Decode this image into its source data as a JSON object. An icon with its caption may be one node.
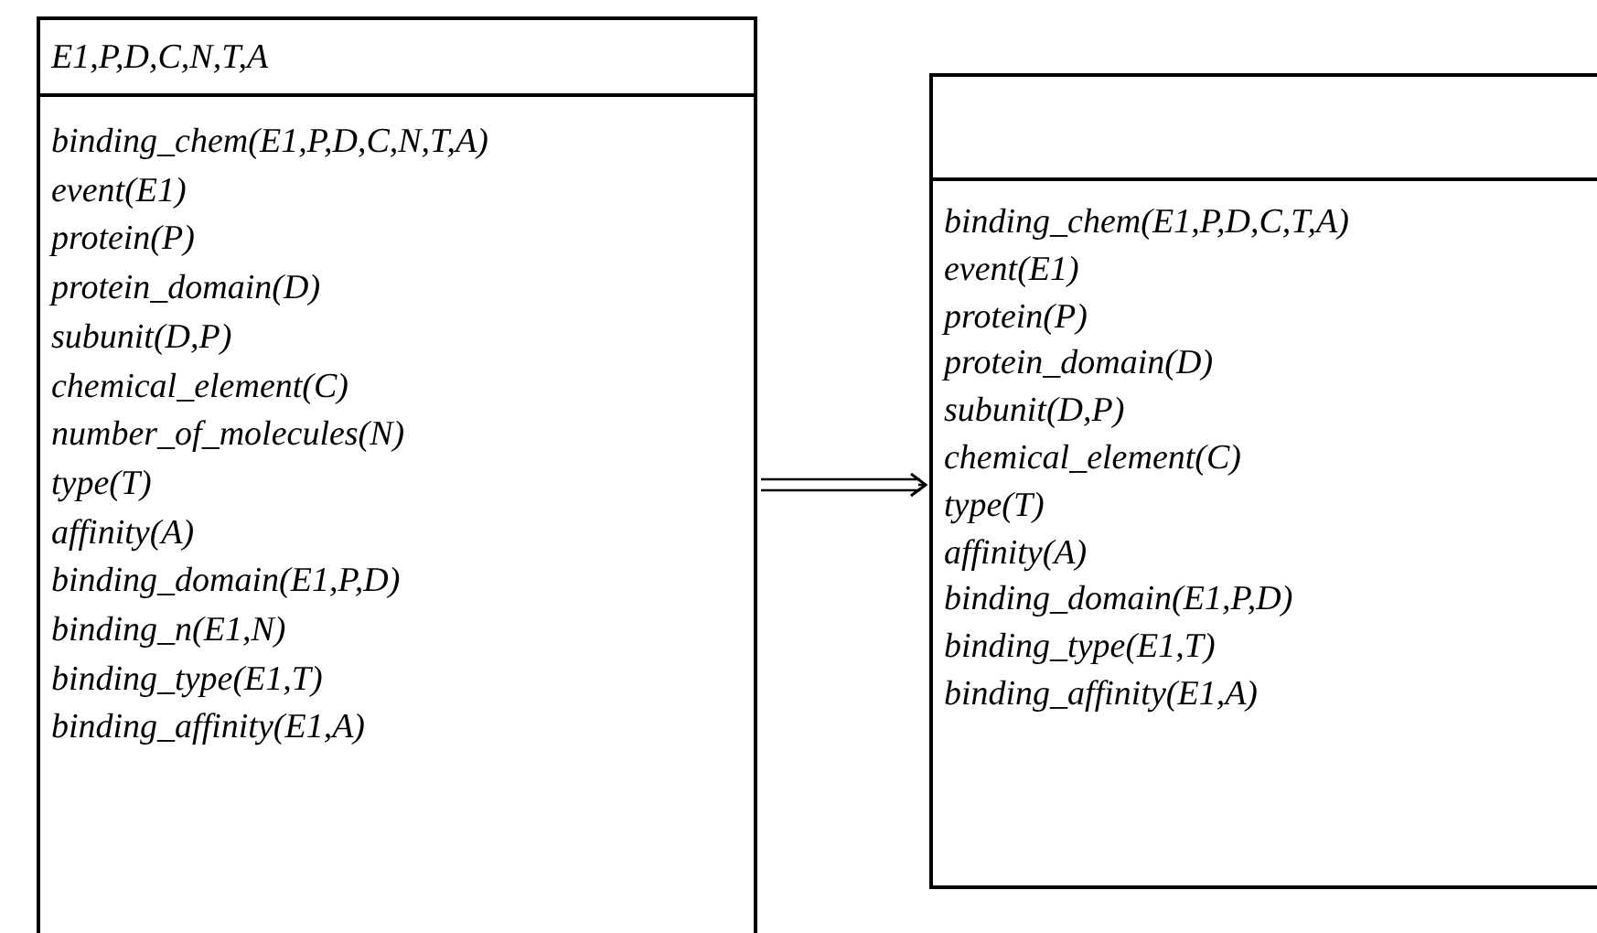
{
  "diagram": {
    "nodes": [
      {
        "text": [
          "E1,P,D,C,N,T,A",
          "binding_chem(E1,P,D,C,N,T,A)",
          "event(E1)",
          "protein(P)",
          "protein_domain(D)",
          "subunit(D,P)",
          "chemical_element(C)",
          "number_of_molecules(N)",
          "type(T)",
          "affinity(A)",
          "binding_domain(E1,P,D)",
          "binding_n(E1,N)",
          "binding_type(E1,T)",
          "binding_affinity(E1,A)"
        ]
      },
      {
        "text": [
          "binding_chem(E1,P,D,C,T,A)",
          "event(E1)",
          "protein(P)",
          "protein_domain(D)",
          "subunit(D,P)",
          "chemical_element(C)",
          "type(T)",
          "affinity(A)",
          "binding_domain(E1,P,D)",
          "binding_type(E1,T)",
          "binding_affinity(E1,A)"
        ]
      }
    ],
    "edges": [
      {
        "from": 0,
        "to": 1,
        "arrow": "to"
      }
    ]
  }
}
